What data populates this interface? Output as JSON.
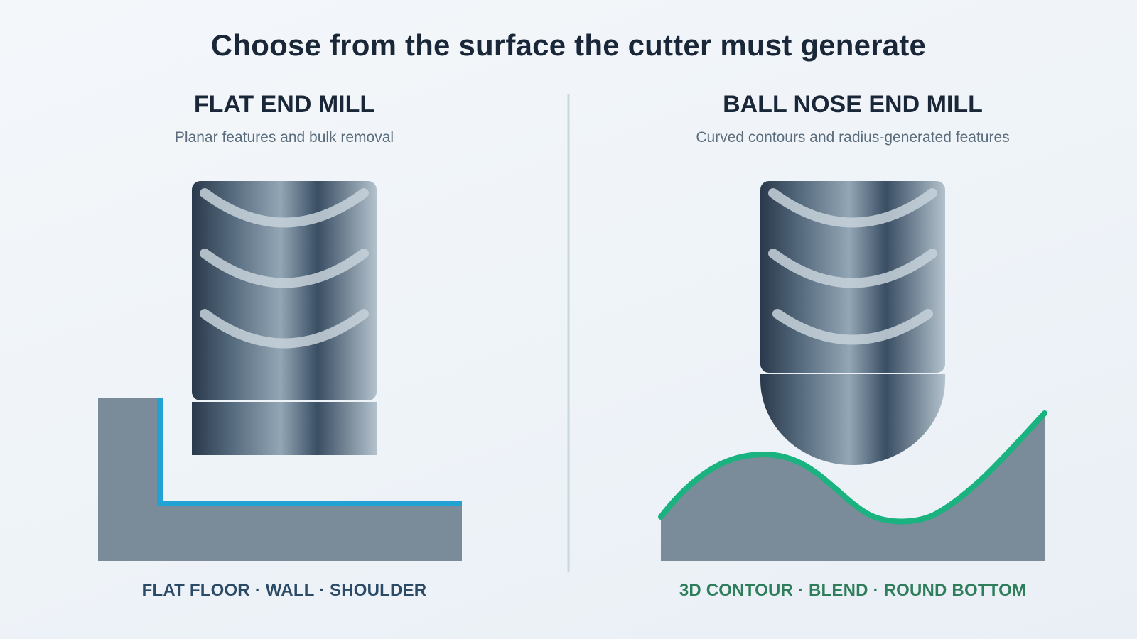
{
  "title": "Choose from the surface the cutter must generate",
  "panels": [
    {
      "name": "FLAT END MILL",
      "subtitle": "Planar features and bulk removal",
      "caption": "FLAT FLOOR · WALL · SHOULDER",
      "highlight_color": "#22a2d3",
      "caption_color": "#2b4a66"
    },
    {
      "name": "BALL NOSE END MILL",
      "subtitle": "Curved contours and radius-generated features",
      "caption": "3D CONTOUR · BLEND · ROUND BOTTOM",
      "highlight_color": "#1ab37f",
      "caption_color": "#2e7d5b"
    }
  ],
  "colors": {
    "workpiece": "#7a8b99",
    "divider": "#c9d6de",
    "flute": "#c7d2da"
  }
}
